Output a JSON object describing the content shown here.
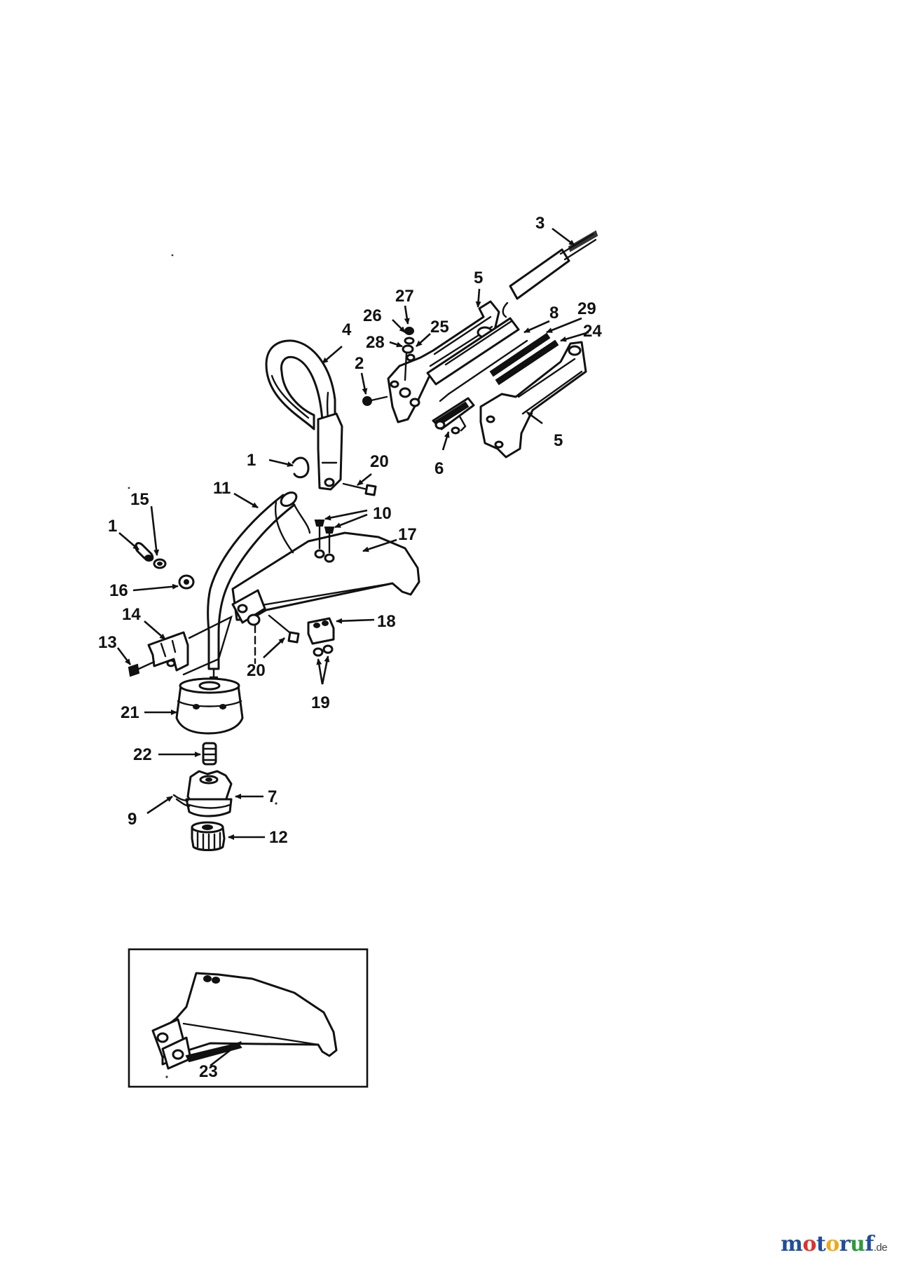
{
  "labels": [
    {
      "id": "l3",
      "text": "3"
    },
    {
      "id": "l5a",
      "text": "5"
    },
    {
      "id": "l27",
      "text": "27"
    },
    {
      "id": "l26",
      "text": "26"
    },
    {
      "id": "l25",
      "text": "25"
    },
    {
      "id": "l28",
      "text": "28"
    },
    {
      "id": "l8",
      "text": "8"
    },
    {
      "id": "l29",
      "text": "29"
    },
    {
      "id": "l24",
      "text": "24"
    },
    {
      "id": "l4",
      "text": "4"
    },
    {
      "id": "l2",
      "text": "2"
    },
    {
      "id": "l5b",
      "text": "5"
    },
    {
      "id": "l6",
      "text": "6"
    },
    {
      "id": "l1a",
      "text": "1"
    },
    {
      "id": "l20a",
      "text": "20"
    },
    {
      "id": "l11",
      "text": "11"
    },
    {
      "id": "l10",
      "text": "10"
    },
    {
      "id": "l15",
      "text": "15"
    },
    {
      "id": "l1b",
      "text": "1"
    },
    {
      "id": "l17",
      "text": "17"
    },
    {
      "id": "l16",
      "text": "16"
    },
    {
      "id": "l14",
      "text": "14"
    },
    {
      "id": "l18",
      "text": "18"
    },
    {
      "id": "l13",
      "text": "13"
    },
    {
      "id": "l20b",
      "text": "20"
    },
    {
      "id": "l19",
      "text": "19"
    },
    {
      "id": "l21",
      "text": "21"
    },
    {
      "id": "l22",
      "text": "22"
    },
    {
      "id": "l7",
      "text": "7"
    },
    {
      "id": "l9",
      "text": "9"
    },
    {
      "id": "l12",
      "text": "12"
    },
    {
      "id": "l23",
      "text": "23"
    }
  ],
  "watermark": {
    "letters": [
      {
        "ch": "m",
        "color": "#1f4e9c"
      },
      {
        "ch": "o",
        "color": "#e0312b"
      },
      {
        "ch": "t",
        "color": "#1f4e9c"
      },
      {
        "ch": "o",
        "color": "#f0a818"
      },
      {
        "ch": "r",
        "color": "#1f4e9c"
      },
      {
        "ch": "u",
        "color": "#2e9a3a"
      },
      {
        "ch": "f",
        "color": "#1f4e9c"
      }
    ],
    "suffix": ".de"
  }
}
